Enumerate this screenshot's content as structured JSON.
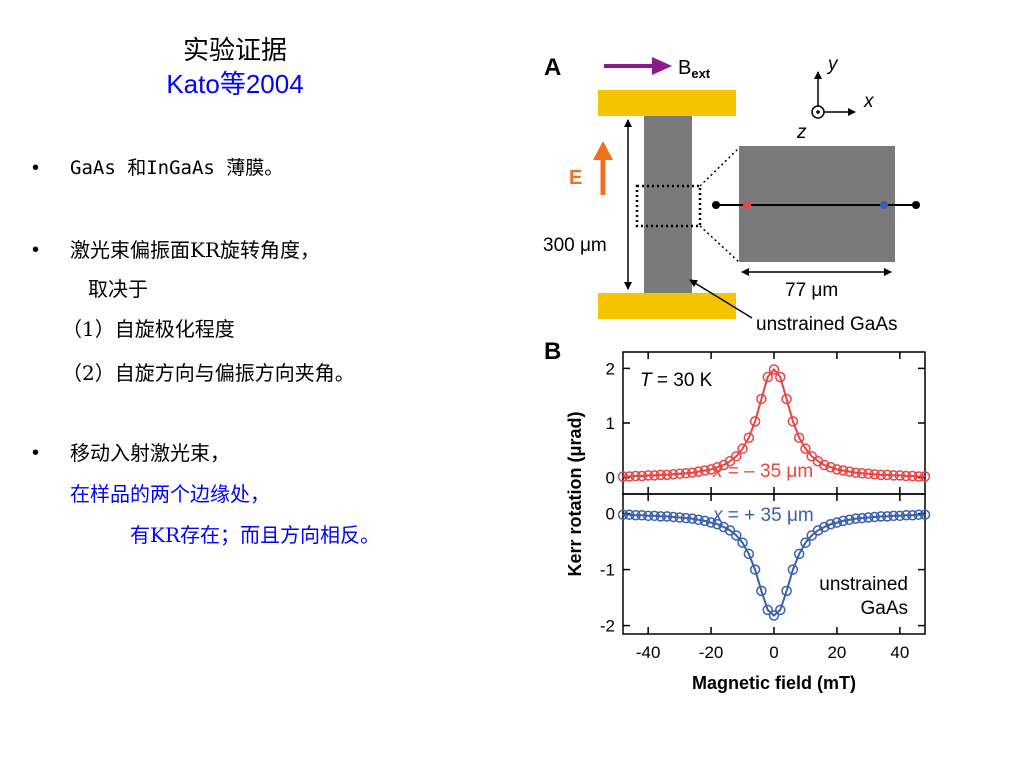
{
  "title": {
    "main": "实验证据",
    "sub": "Kato等2004"
  },
  "bullets": [
    {
      "text": "GaAs 和InGaAs 薄膜。"
    },
    {
      "line1": "激光束偏振面KR旋转角度，",
      "line2": "取决于",
      "line3": "（1）自旋极化程度",
      "line4": "（2）自旋方向与偏振方向夹角。"
    },
    {
      "line1": "移动入射激光束，",
      "line2": "在样品的两个边缘处，",
      "line3": "有KR存在；而且方向相反。"
    }
  ],
  "bullet_symbol": "•",
  "figure": {
    "panel_a": {
      "label": "A",
      "bext_label": "B",
      "bext_sub": "ext",
      "e_label": "E",
      "height_label": "300 μm",
      "width_label": "77 μm",
      "sample_label": "unstrained GaAs",
      "axis_y": "y",
      "axis_x": "x",
      "axis_z": "z"
    },
    "panel_b": {
      "label": "B"
    }
  },
  "colors": {
    "title_blue": "#0000ff",
    "bext_arrow": "#8b1a8b",
    "e_arrow": "#f07020",
    "electrode": "#f5c400",
    "sample_gray": "#7a7a7a",
    "red_series": "#e84545",
    "blue_series": "#3a5fb0"
  },
  "chart_data": {
    "type": "scatter",
    "xlabel": "Magnetic field (mT)",
    "ylabel": "Kerr rotation (μrad)",
    "x_ticks": [
      "-40",
      "-20",
      "0",
      "20",
      "40"
    ],
    "xlim": [
      -48,
      48
    ],
    "panels": [
      {
        "name": "top",
        "ylim": [
          -0.3,
          2.3
        ],
        "y_ticks": [
          "0",
          "1",
          "2"
        ],
        "annotation_T": "T",
        "annotation_T_rest": " = 30 K",
        "series_label_var": "x",
        "series_label_rest": " = – 35 μm",
        "series": [
          {
            "color": "#e84545",
            "x": [
              -48,
              -46,
              -44,
              -42,
              -40,
              -38,
              -36,
              -34,
              -32,
              -30,
              -28,
              -26,
              -24,
              -22,
              -20,
              -18,
              -16,
              -14,
              -12,
              -10,
              -8,
              -6,
              -4,
              -2,
              0,
              2,
              4,
              6,
              8,
              10,
              12,
              14,
              16,
              18,
              20,
              22,
              24,
              26,
              28,
              30,
              32,
              34,
              36,
              38,
              40,
              42,
              44,
              46,
              48
            ],
            "y": [
              0.02,
              0.02,
              0.03,
              0.03,
              0.04,
              0.04,
              0.05,
              0.05,
              0.06,
              0.07,
              0.08,
              0.09,
              0.11,
              0.13,
              0.15,
              0.19,
              0.23,
              0.3,
              0.39,
              0.53,
              0.73,
              1.03,
              1.44,
              1.84,
              1.98,
              1.84,
              1.44,
              1.03,
              0.73,
              0.53,
              0.39,
              0.3,
              0.23,
              0.19,
              0.15,
              0.13,
              0.11,
              0.09,
              0.08,
              0.07,
              0.06,
              0.05,
              0.05,
              0.04,
              0.04,
              0.03,
              0.03,
              0.02,
              0.02
            ]
          }
        ]
      },
      {
        "name": "bottom",
        "ylim": [
          -2.15,
          0.35
        ],
        "y_ticks": [
          "0",
          "-1",
          "-2"
        ],
        "annotation_sample_1": "unstrained",
        "annotation_sample_2": "GaAs",
        "series_label_var": "x",
        "series_label_rest": " = + 35 μm",
        "series": [
          {
            "color": "#3a5fb0",
            "x": [
              -48,
              -46,
              -44,
              -42,
              -40,
              -38,
              -36,
              -34,
              -32,
              -30,
              -28,
              -26,
              -24,
              -22,
              -20,
              -18,
              -16,
              -14,
              -12,
              -10,
              -8,
              -6,
              -4,
              -2,
              0,
              2,
              4,
              6,
              8,
              10,
              12,
              14,
              16,
              18,
              20,
              22,
              24,
              26,
              28,
              30,
              32,
              34,
              36,
              38,
              40,
              42,
              44,
              46,
              48
            ],
            "y": [
              -0.02,
              -0.02,
              -0.03,
              -0.03,
              -0.04,
              -0.04,
              -0.05,
              -0.05,
              -0.06,
              -0.07,
              -0.08,
              -0.09,
              -0.11,
              -0.13,
              -0.16,
              -0.19,
              -0.24,
              -0.3,
              -0.39,
              -0.52,
              -0.72,
              -1.0,
              -1.38,
              -1.72,
              -1.82,
              -1.72,
              -1.38,
              -1.0,
              -0.72,
              -0.52,
              -0.39,
              -0.3,
              -0.24,
              -0.19,
              -0.16,
              -0.13,
              -0.11,
              -0.09,
              -0.08,
              -0.07,
              -0.06,
              -0.05,
              -0.05,
              -0.04,
              -0.04,
              -0.03,
              -0.03,
              -0.02,
              -0.02
            ]
          }
        ]
      }
    ]
  }
}
